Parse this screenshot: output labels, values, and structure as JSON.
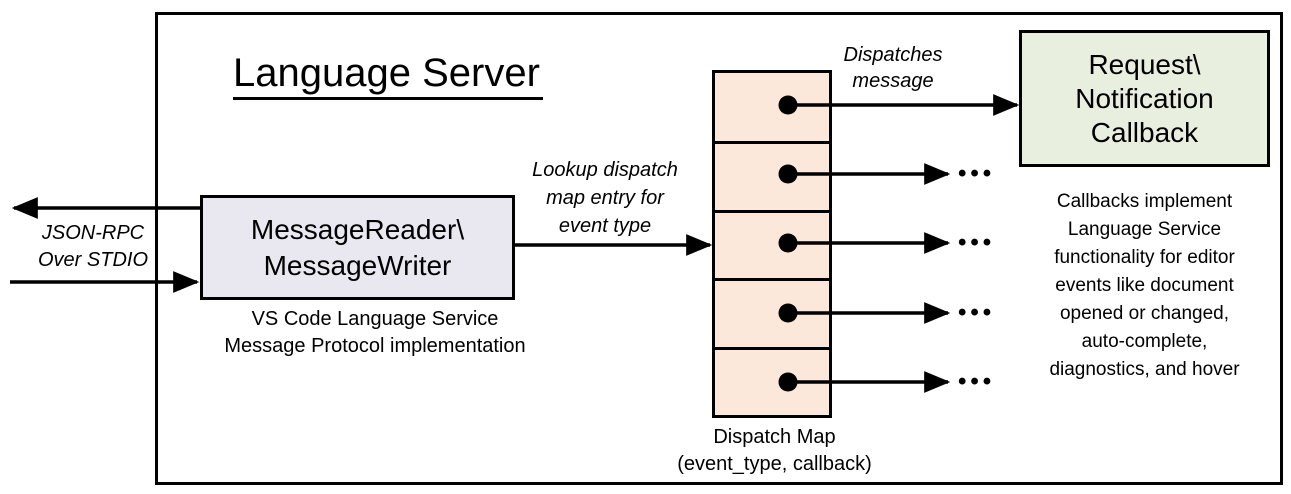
{
  "title": "Language Server",
  "left_channel": {
    "label_lines": [
      "JSON-RPC",
      "Over STDIO"
    ]
  },
  "reader_box": {
    "lines": [
      "MessageReader\\",
      "MessageWriter"
    ],
    "caption_lines": [
      "VS Code Language Service",
      "Message Protocol implementation"
    ]
  },
  "lookup_label_lines": [
    "Lookup dispatch",
    "map entry for",
    "event type"
  ],
  "dispatches_label_lines": [
    "Dispatches",
    "message"
  ],
  "dispatch_map": {
    "cell_count": 5,
    "caption_lines": [
      "Dispatch Map",
      "(event_type, callback)"
    ]
  },
  "callback_box": {
    "lines": [
      "Request\\",
      "Notification",
      "Callback"
    ]
  },
  "callbacks_note_lines": [
    "Callbacks implement",
    "Language Service",
    "functionality for editor",
    "events like document",
    "opened or changed,",
    "auto-complete,",
    "diagnostics, and hover"
  ],
  "ellipsis": "•••",
  "colors": {
    "ink": "#000000",
    "reader_box_fill": "#e9e8f1",
    "dispatch_cell_fill": "#fce8da",
    "callback_box_fill": "#e8efde",
    "background": "#ffffff"
  }
}
